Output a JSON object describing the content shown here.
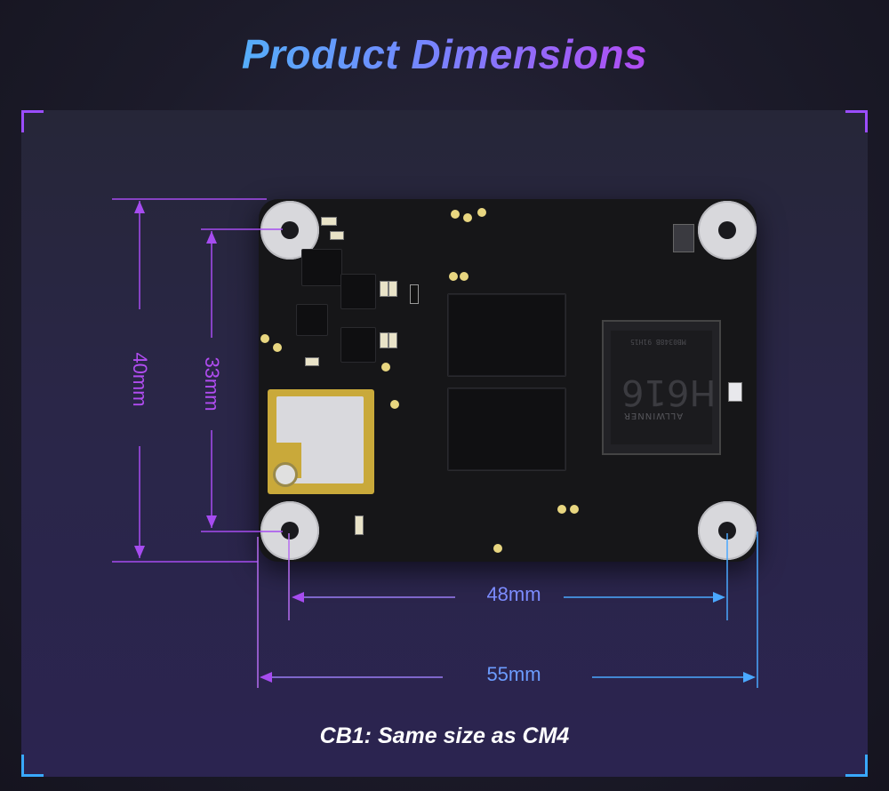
{
  "title": "Product Dimensions",
  "caption": "CB1: Same size as CM4",
  "colors": {
    "title_gradient": [
      "#2fe0f0",
      "#6f8cff",
      "#c33bf0",
      "#e22fd8"
    ],
    "dimension_purple": "#a64cf0",
    "dimension_blue": "#4aa8ff",
    "corner_purple": "#9b4dff",
    "corner_blue": "#39a9ff"
  },
  "dimensions": {
    "height_total": "40mm",
    "height_holes": "33mm",
    "width_holes": "48mm",
    "width_total": "55mm"
  },
  "board": {
    "soc_label": "H616",
    "soc_brand": "ALLWINNER",
    "soc_code": "MB0348B 91H15"
  }
}
